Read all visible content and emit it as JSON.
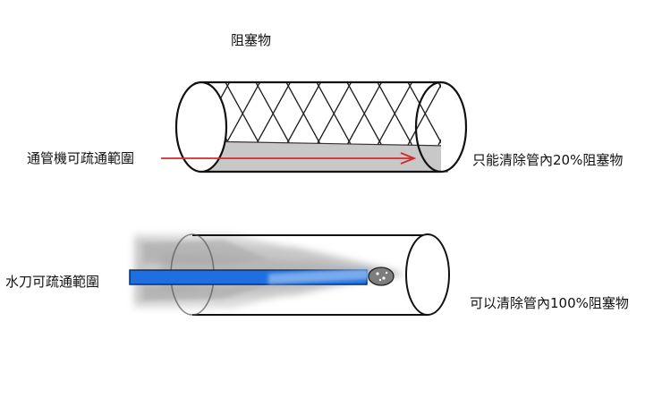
{
  "labels": {
    "blockage": "阻塞物",
    "snake_range": "通管機可疏通範圍",
    "snake_result": "只能清除管內20%阻塞物",
    "jet_range": "水刀可疏通範圍",
    "jet_result": "可以清除管內100%阻塞物"
  },
  "colors": {
    "outline": "#111111",
    "mesh": "#1a1a1a",
    "residue": "#c8c8c8",
    "arrow": "#d42a2a",
    "water_jet": "#1f6fe0",
    "spray": "#b5b5b5"
  }
}
